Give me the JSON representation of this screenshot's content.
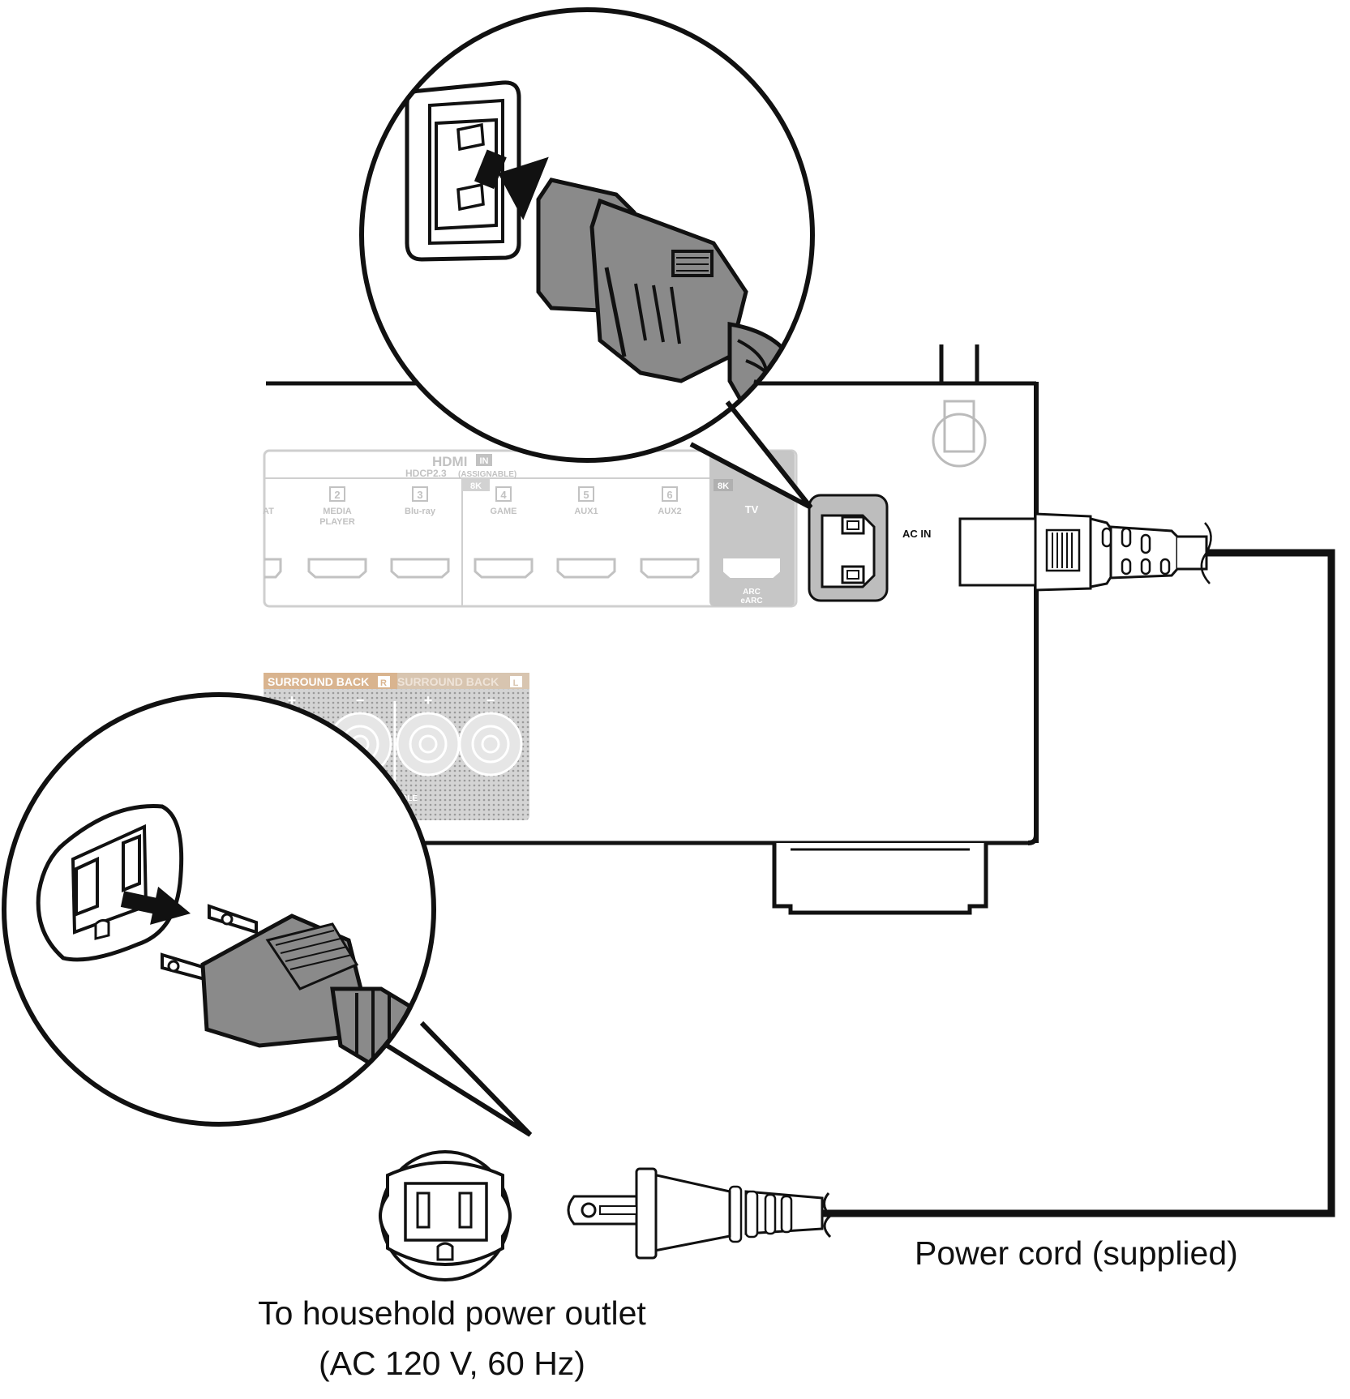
{
  "hdmi": {
    "title": "HDMI",
    "in_badge": "IN",
    "spec": "HDCP2.3",
    "assignable": "(ASSIGNABLE)",
    "badge_8k": "8K",
    "inputs": [
      {
        "num": "",
        "label": "AT"
      },
      {
        "num": "2",
        "label": "MEDIA"
      },
      {
        "num": "3",
        "label": "Blu-ray"
      },
      {
        "num": "4",
        "label": "GAME"
      },
      {
        "num": "5",
        "label": "AUX1"
      },
      {
        "num": "6",
        "label": "AUX2"
      }
    ],
    "media_line2": "PLAYER",
    "tv_label": "TV",
    "arc": "ARC",
    "earc": "eARC"
  },
  "ac_in_label": "AC IN",
  "speaker": {
    "surround_back_r": "SURROUND BACK",
    "r_badge": "R",
    "surround_back_l": "SURROUND BACK",
    "l_badge": "L",
    "plus": "+",
    "minus": "−",
    "assignable_fragment": "IGNABLE"
  },
  "captions": {
    "power_cord": "Power cord (supplied)",
    "outlet_line1": "To household power outlet",
    "outlet_line2": "(AC 120 V, 60 Hz)"
  },
  "colors": {
    "line": "#111111",
    "panel_gray": "#c6c6c6",
    "speaker_tan": "#d9b48f",
    "plug_gray": "#8a8a8a"
  }
}
